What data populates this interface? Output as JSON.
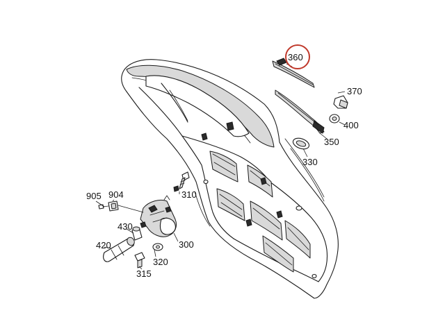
{
  "diagram": {
    "highlight_color": "#c0392b",
    "highlighted_part": "360",
    "parts": [
      {
        "id": "p360",
        "label": "360"
      },
      {
        "id": "p370",
        "label": "370"
      },
      {
        "id": "p400",
        "label": "400"
      },
      {
        "id": "p350",
        "label": "350"
      },
      {
        "id": "p330",
        "label": "330"
      },
      {
        "id": "p310",
        "label": "310"
      },
      {
        "id": "p905",
        "label": "905"
      },
      {
        "id": "p904",
        "label": "904"
      },
      {
        "id": "p430",
        "label": "430"
      },
      {
        "id": "p420",
        "label": "420"
      },
      {
        "id": "p300",
        "label": "300"
      },
      {
        "id": "p320",
        "label": "320"
      },
      {
        "id": "p315",
        "label": "315"
      }
    ]
  }
}
